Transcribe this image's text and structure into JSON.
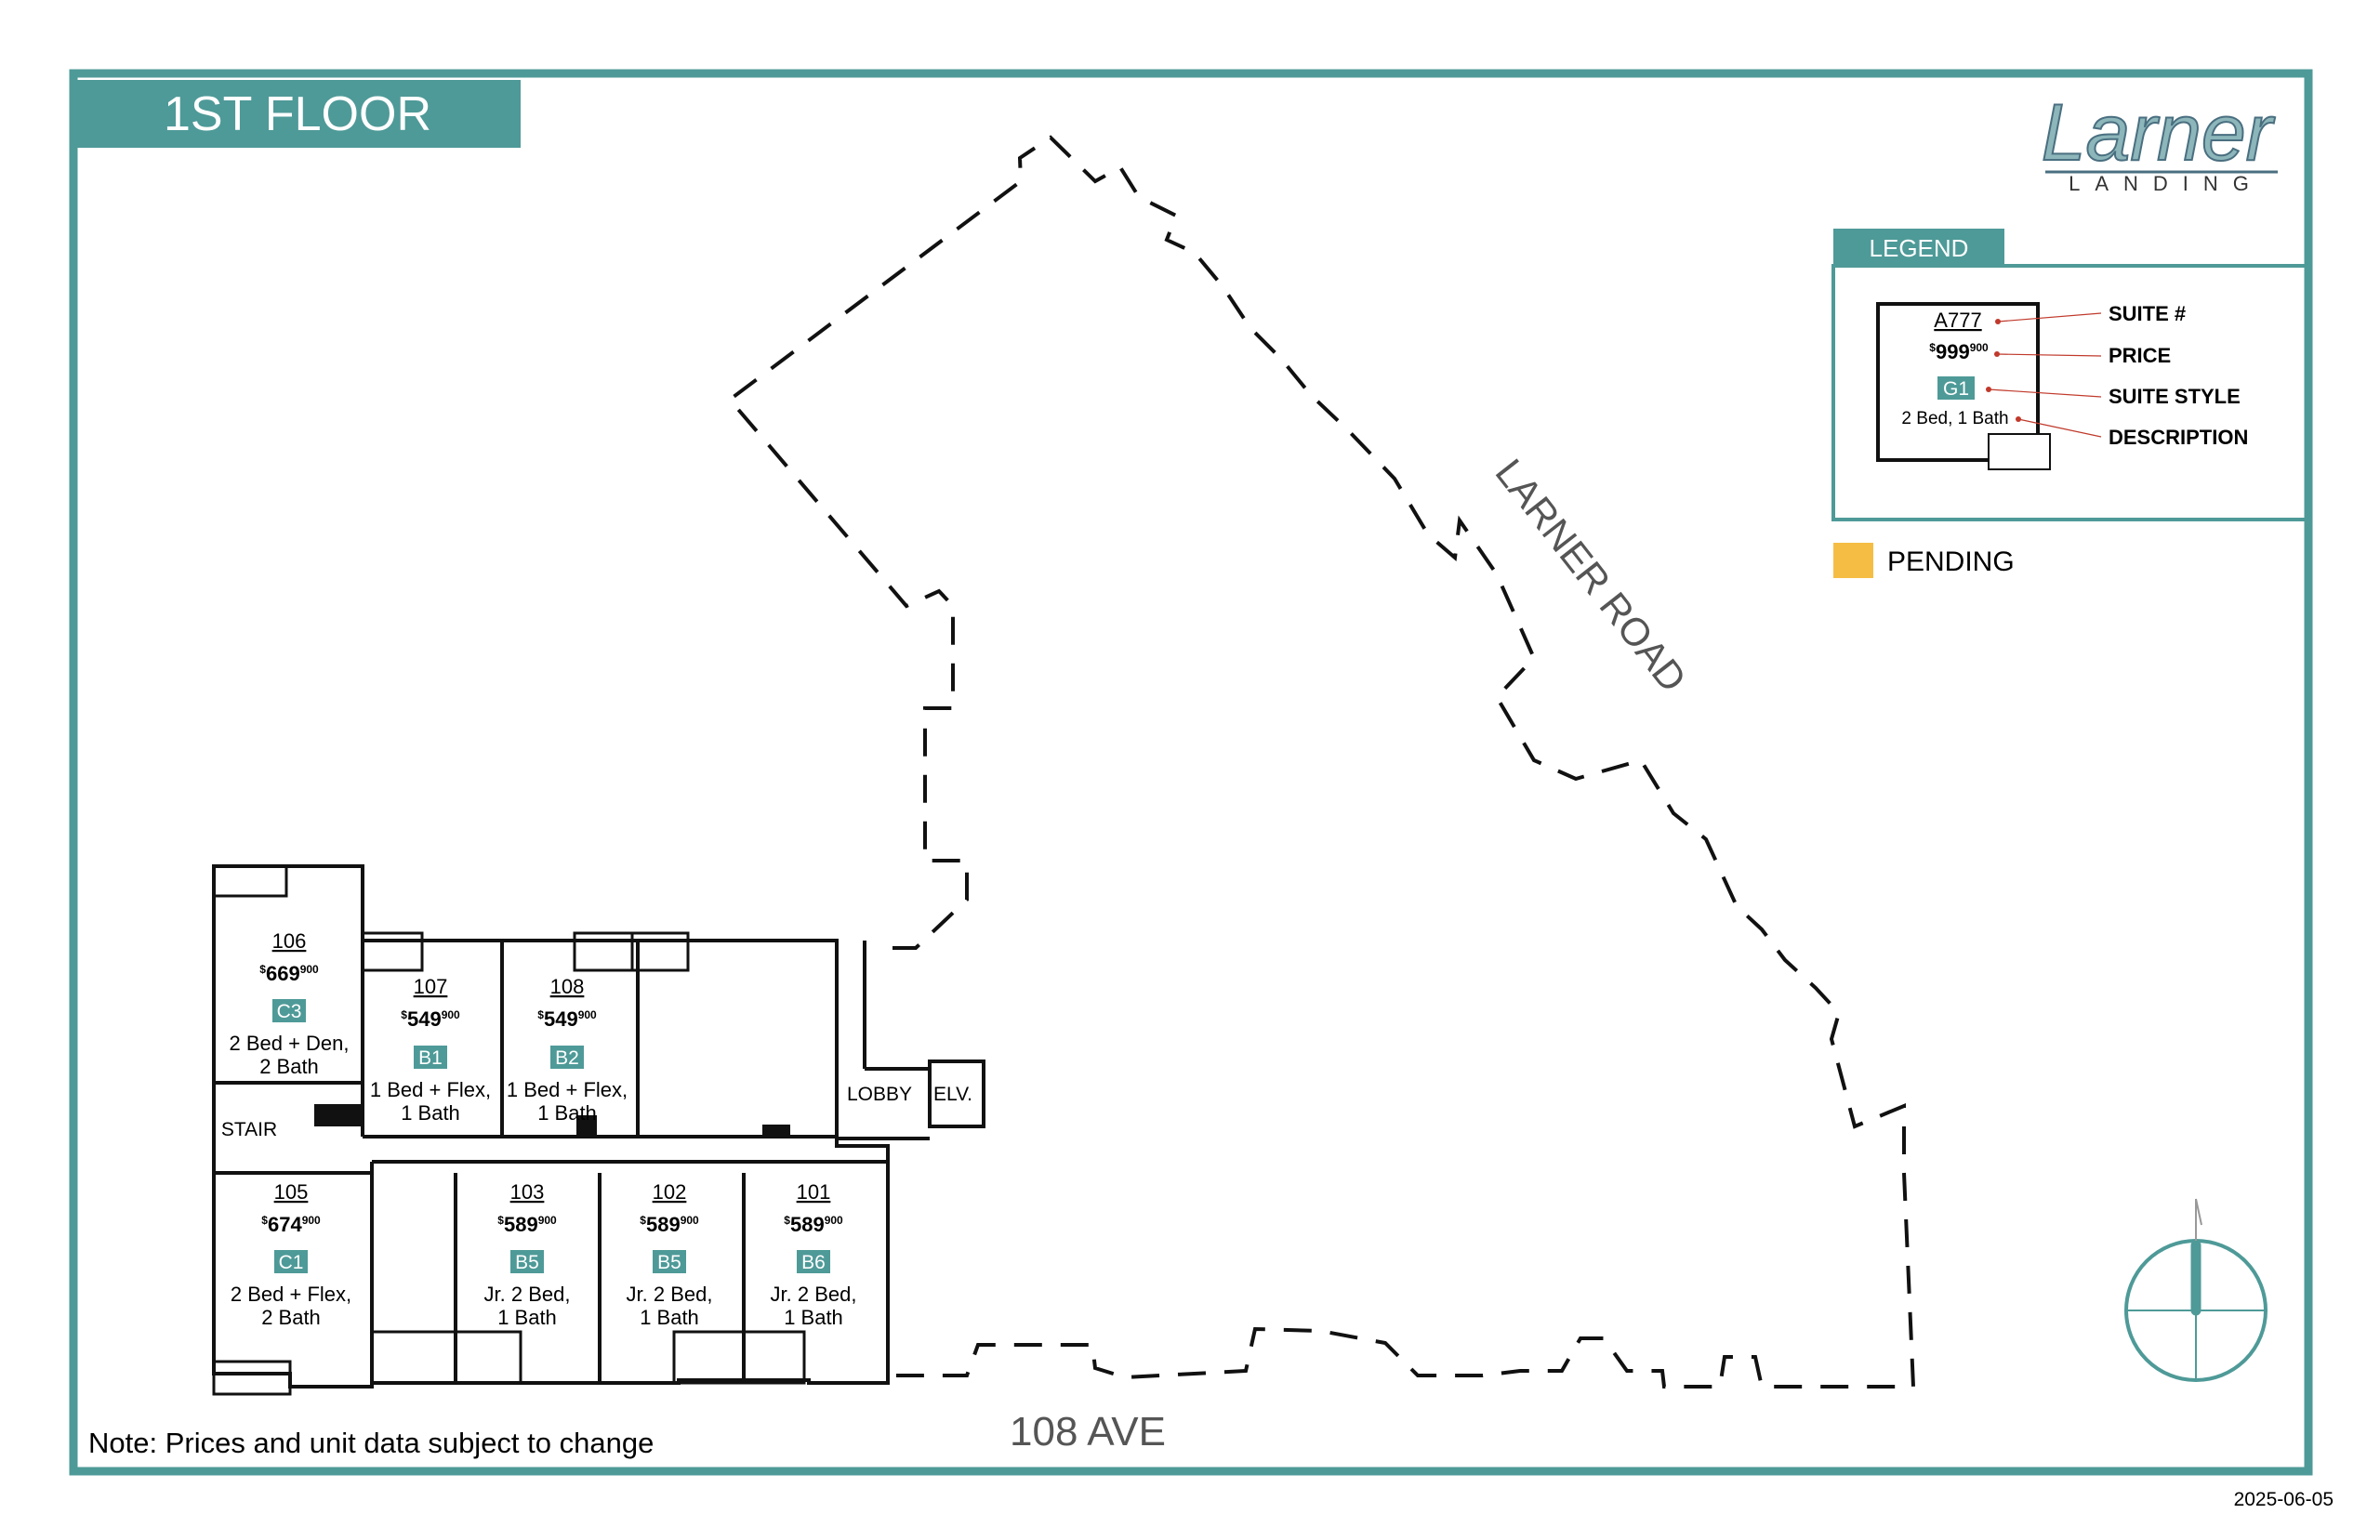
{
  "floor_title": "1ST FLOOR",
  "logo": {
    "script_text": "Larner",
    "sub_text": "LANDING"
  },
  "legend": {
    "tab_label": "LEGEND",
    "sample": {
      "suite": "A777",
      "dollar": "$",
      "price": "999",
      "cents": "900",
      "style": "G1",
      "description": "2 Bed, 1 Bath"
    },
    "labels": {
      "suite": "SUITE #",
      "price": "PRICE",
      "style": "SUITE STYLE",
      "description": "DESCRIPTION"
    },
    "pending_label": "PENDING"
  },
  "units": [
    {
      "number": "106",
      "dollar": "$",
      "price": "669",
      "cents": "900",
      "style": "C3",
      "desc1": "2 Bed + Den,",
      "desc2": "2 Bath"
    },
    {
      "number": "107",
      "dollar": "$",
      "price": "549",
      "cents": "900",
      "style": "B1",
      "desc1": "1 Bed + Flex,",
      "desc2": "1 Bath"
    },
    {
      "number": "108",
      "dollar": "$",
      "price": "549",
      "cents": "900",
      "style": "B2",
      "desc1": "1 Bed + Flex,",
      "desc2": "1 Bath"
    },
    {
      "number": "105",
      "dollar": "$",
      "price": "674",
      "cents": "900",
      "style": "C1",
      "desc1": "2 Bed + Flex,",
      "desc2": "2 Bath"
    },
    {
      "number": "103",
      "dollar": "$",
      "price": "589",
      "cents": "900",
      "style": "B5",
      "desc1": "Jr. 2 Bed,",
      "desc2": "1 Bath"
    },
    {
      "number": "102",
      "dollar": "$",
      "price": "589",
      "cents": "900",
      "style": "B5",
      "desc1": "Jr. 2 Bed,",
      "desc2": "1 Bath"
    },
    {
      "number": "101",
      "dollar": "$",
      "price": "589",
      "cents": "900",
      "style": "B6",
      "desc1": "Jr. 2 Bed,",
      "desc2": "1 Bath"
    }
  ],
  "rooms": {
    "stair": "STAIR",
    "lobby": "LOBBY",
    "elevator": "ELV."
  },
  "streets": {
    "road": "LARNER ROAD",
    "avenue": "108 AVE"
  },
  "note": "Note: Prices and unit data subject to change",
  "date": "2025-06-05",
  "colors": {
    "teal": "#4e9a98",
    "pending": "#f6bd45",
    "line": "#111111"
  }
}
